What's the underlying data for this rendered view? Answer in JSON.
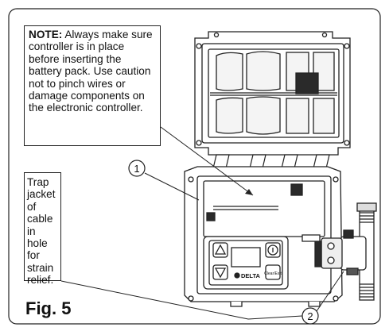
{
  "note": {
    "prefix": "NOTE:",
    "text": " Always make sure controller is in place before inserting the battery pack. Use caution not to pinch wires or damage components on the electronic controller."
  },
  "trap_note": "Trap jacket of cable in hole for strain relief.",
  "figure_label": "Fig. 5",
  "callouts": [
    "1",
    "2"
  ],
  "brand": "DELTA",
  "controller_button": "Clear/Exit"
}
